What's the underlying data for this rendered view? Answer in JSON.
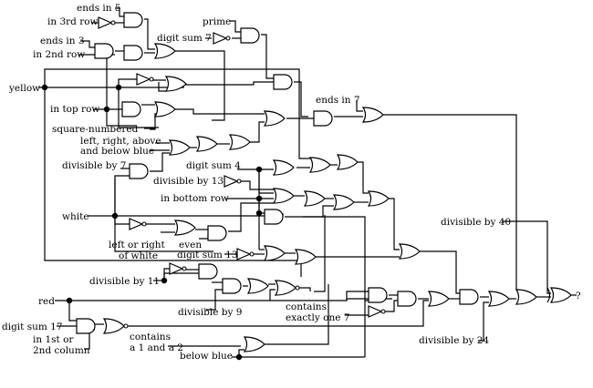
{
  "inputs": {
    "ends_in_5": "ends in 5",
    "in_3rd_row": "in 3rd row",
    "ends_in_3": "ends in 3",
    "in_2nd_row": "in 2nd row",
    "prime": "prime",
    "digit_sum_7": "digit sum 7",
    "yellow": "yellow",
    "in_top_row": "in top row",
    "square_numbered": "square-numbered",
    "left_right_above_below_blue_1": "left, right, above",
    "left_right_above_below_blue_2": "and below blue",
    "divisible_by_7": "divisible by 7",
    "digit_sum_4": "digit sum 4",
    "divisible_by_13": "divisible by 13",
    "in_bottom_row": "in bottom row",
    "white": "white",
    "left_or_right_of_white_1": "left or right",
    "left_or_right_of_white_2": "of white",
    "even": "even",
    "digit_sum_13": "digit sum 13",
    "divisible_by_11": "divisible by 11",
    "divisible_by_9": "divisible by 9",
    "red": "red",
    "digit_sum_17": "digit sum 17",
    "in_1st_or_2nd_column_1": "in 1st or",
    "in_1st_or_2nd_column_2": "2nd column",
    "contains_a_1_and_a_2_1": "contains",
    "contains_a_1_and_a_2_2": "a 1 and a 2",
    "below_blue": "below blue",
    "ends_in_7": "ends in 7",
    "contains_exactly_one_7_1": "contains",
    "contains_exactly_one_7_2": "exactly one 7",
    "divisible_by_40": "divisible by 40",
    "divisible_by_24": "divisible by 24"
  },
  "output": {
    "label": "?"
  }
}
